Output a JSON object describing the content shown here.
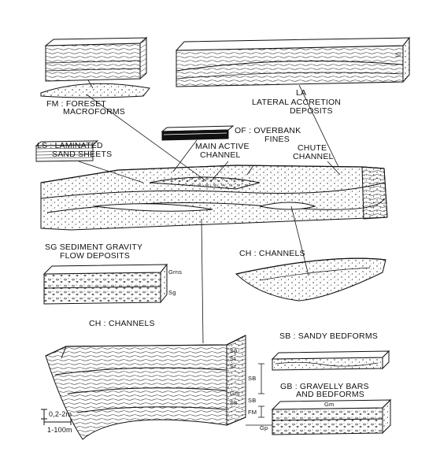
{
  "labels": {
    "fm": [
      "FM : FORESET",
      "MACROFORMS"
    ],
    "la_code": "LA",
    "la": [
      "LATERAL ACCRETION",
      "DEPOSITS"
    ],
    "of": [
      "OF : OVERBANK",
      "FINES"
    ],
    "ls": [
      "LS : LAMINATED",
      "SAND SHEETS"
    ],
    "main_active": [
      "MAIN ACTIVE",
      "CHANNEL"
    ],
    "chute": [
      "CHUTE",
      "CHANNEL"
    ],
    "sg": [
      "SG SEDIMENT GRAVITY",
      "FLOW DEPOSITS"
    ],
    "ch_right": "CH : CHANNELS",
    "ch_bottom": "CH : CHANNELS",
    "sb": "SB : SANDY BEDFORMS",
    "gb": [
      "GB : GRAVELLY BARS",
      "AND BEDFORMS"
    ]
  },
  "facies": {
    "sl": "Sl",
    "grns": "Grns",
    "sg": "Sg",
    "sp": "Sp",
    "st": "St",
    "sr": "Sr",
    "gm": "Gm",
    "sh": "Sh",
    "gm2": "Gm",
    "gp": "Gp"
  },
  "element_codes": {
    "sb": "SB",
    "sb2": "SB",
    "fm": "FM"
  },
  "scale": {
    "vertical": "0,2-2m",
    "horizontal": "1-100m"
  }
}
